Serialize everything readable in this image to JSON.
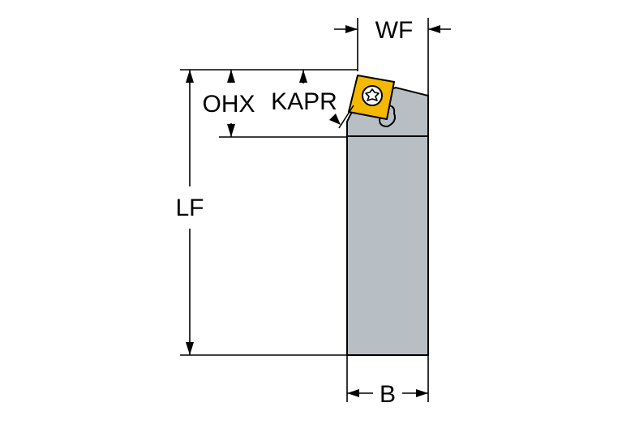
{
  "labels": {
    "wf": "WF",
    "ohx": "OHX",
    "kapr": "KAPR",
    "lf": "LF",
    "b": "B"
  },
  "colors": {
    "shank": "#b8bfc4",
    "insert": "#f5b800",
    "outline": "#000000",
    "background": "#ffffff"
  }
}
